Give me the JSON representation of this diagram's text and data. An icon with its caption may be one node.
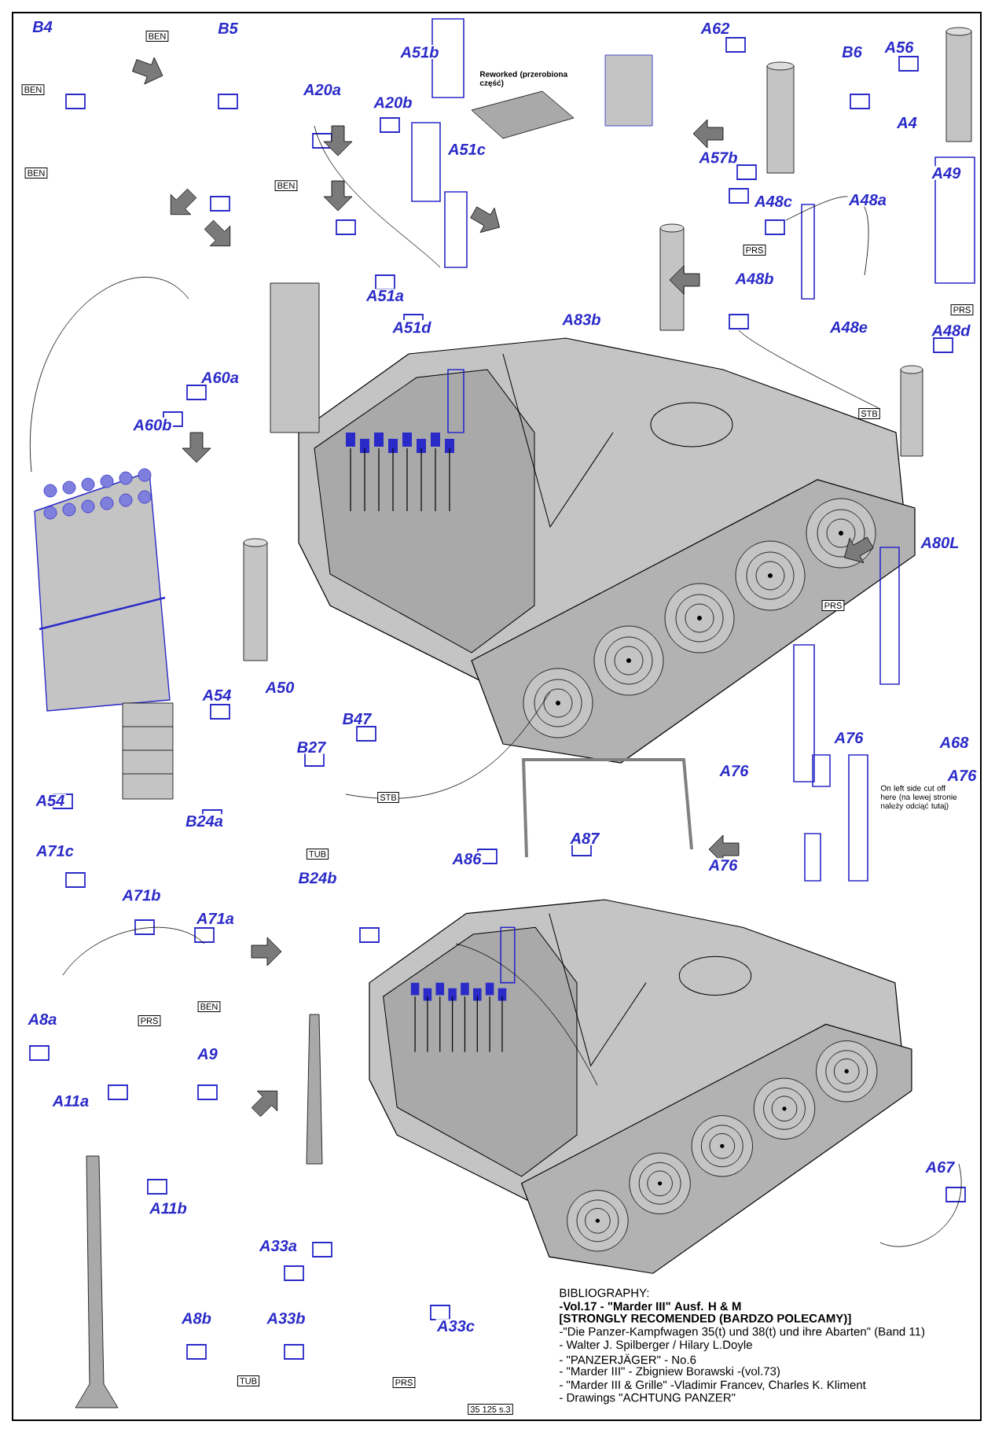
{
  "diagram": {
    "nodes": [
      {
        "text": [
          "BEN"
        ]
      },
      {
        "text": [
          "BEN"
        ]
      },
      {
        "text": [
          "BEN"
        ]
      },
      {
        "text": [
          "BEN"
        ]
      },
      {
        "text": [
          "PRS"
        ]
      },
      {
        "text": [
          "PRS"
        ]
      },
      {
        "text": [
          "STB"
        ]
      },
      {
        "text": [
          "PRS"
        ]
      },
      {
        "text": [
          "STB"
        ]
      },
      {
        "text": [
          "TUB"
        ]
      },
      {
        "text": [
          "BEN"
        ]
      },
      {
        "text": [
          "PRS"
        ]
      },
      {
        "text": [
          "TUB"
        ]
      },
      {
        "text": [
          "PRS"
        ]
      },
      {
        "text": [
          "35 125 s.3"
        ]
      }
    ],
    "edges": [],
    "labels": [
      "B4",
      "B5",
      "A51b",
      "Reworked (przerobiona część)",
      "A62",
      "B6",
      "A56",
      "A20a",
      "A20b",
      "A51c",
      "A4",
      "A57b",
      "A49",
      "A48c",
      "A48a",
      "A48b",
      "A51a",
      "A51d",
      "A83b",
      "A48e",
      "A48d",
      "A60a",
      "A60b",
      "A80L",
      "A54",
      "A50",
      "B47",
      "B27",
      "A54",
      "B24a",
      "A68",
      "A76",
      "A76",
      "A76",
      "On left side cut off here (na lewej stronie należy odciąć tutaj)",
      "A71c",
      "B24b",
      "A87",
      "A86",
      "A76",
      "A71b",
      "A71a",
      "A8a",
      "A9",
      "A11a",
      "A11b",
      "A67",
      "A33a",
      "A8b",
      "A33b",
      "A33c",
      "BIBLIOGRAPHY:",
      "-Vol.17 - \"Marder III\" Ausf. H & M",
      "[STRONGLY RECOMENDED (BARDZO POLECAMY)]",
      "-\"Die Panzer-Kampfwagen 35(t) und 38(t) und ihre Abarten\" (Band 11)",
      "- Walter J. Spilberger / Hilary L.Doyle",
      "- \"PANZERJÄGER\" - No.6",
      "- \"Marder III\" - Zbigniew Borawski -(vol.73)",
      "- \"Marder III & Grille\" -Vladimir Francev, Charles K. Kliment",
      "- Drawings \"ACHTUNG PANZER\""
    ]
  }
}
